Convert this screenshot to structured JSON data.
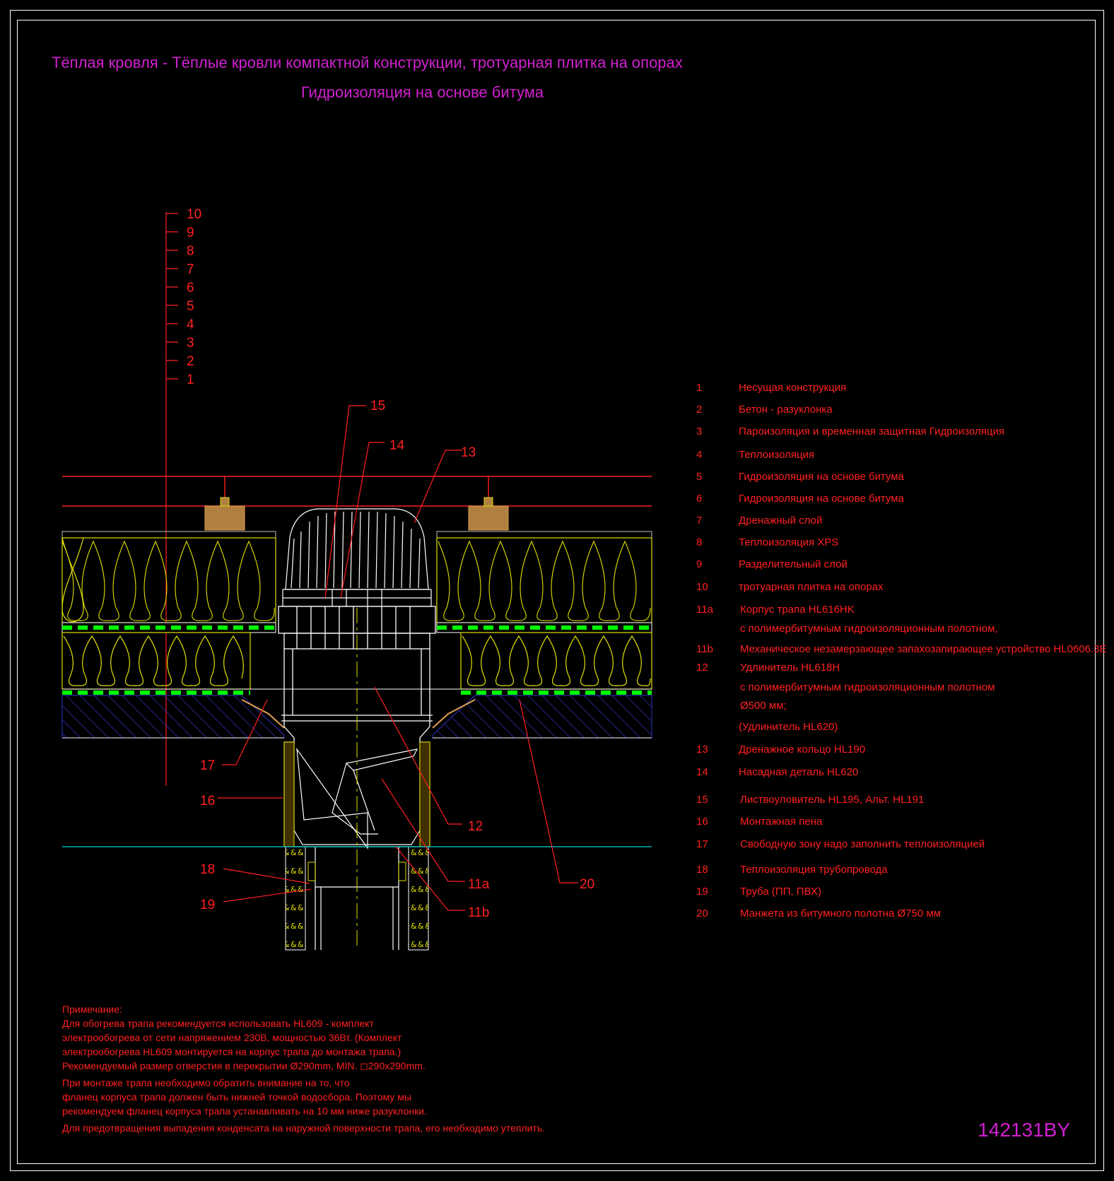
{
  "title": {
    "line1": "Тёплая кровля - Тёплые кровли компактной конструкции, тротуарная плитка на опорах",
    "line2": "Гидроизоляция на основе битума"
  },
  "drawing_code": "142131BY",
  "colors": {
    "background": "#000000",
    "title": "#d020d0",
    "annotation": "#ff2020",
    "insulation": "#e0e000",
    "membrane": "#00ff00",
    "slab_hatch": "#3030c0",
    "frame": "#ffffff",
    "pipe_level": "#00d0d0"
  },
  "layer_callouts": [
    "10",
    "9",
    "8",
    "7",
    "6",
    "5",
    "4",
    "3",
    "2",
    "1"
  ],
  "detail_callouts": {
    "c15": "15",
    "c14": "14",
    "c13": "13",
    "c17": "17",
    "c16": "16",
    "c12": "12",
    "c18": "18",
    "c19": "19",
    "c11a": "11a",
    "c11b": "11b",
    "c20": "20"
  },
  "legend": [
    {
      "num": "1",
      "text": "Несущая конструкция"
    },
    {
      "num": "2",
      "text": "Бетон - разуклонка"
    },
    {
      "num": "3",
      "text": "Пароизоляция и временная защитная Гидроизоляция"
    },
    {
      "num": "4",
      "text": "Теплоизоляция"
    },
    {
      "num": "5",
      "text": "Гидроизоляция на основе битума"
    },
    {
      "num": "6",
      "text": "Гидроизоляция на основе битума"
    },
    {
      "num": "7",
      "text": "Дренажный слой"
    },
    {
      "num": "8",
      "text": "Теплоизоляция XPS"
    },
    {
      "num": "9",
      "text": "Разделительный слой"
    },
    {
      "num": "10",
      "text": "тротуарная плитка на опорах"
    },
    {
      "num": "11a",
      "text": "Корпус трапа HL616HK",
      "sub": "с полимербитумным гидроизоляционным полотном,"
    },
    {
      "num": "11b",
      "text": "Механическое незамерзающее запахозапирающее устройство HL0606.3E"
    },
    {
      "num": "12",
      "text": "Удлинитель HL618H",
      "sub": " с полимербитумным гидроизоляционным полотном",
      "sub2": "Ø500 мм;",
      "sub3": "(Удлинитель HL620)"
    },
    {
      "num": "13",
      "text": "Дренажное кольцо HL190"
    },
    {
      "num": "14",
      "text": "Насадная деталь HL620"
    },
    {
      "num": "15",
      "text": "Листвоуловитель HL195, Альт. HL191"
    },
    {
      "num": "16",
      "text": "Монтажная пена"
    },
    {
      "num": "17",
      "text": "Свободную зону надо заполнить теплоизоляцией"
    },
    {
      "num": "18",
      "text": "Теплоизоляция трубопровода"
    },
    {
      "num": "19",
      "text": "Труба (ПП, ПВХ)"
    },
    {
      "num": "20",
      "text": "Манжета из битумного полотна Ø750 мм"
    }
  ],
  "note": {
    "heading": "Примечание:",
    "lines": [
      "Для обогрева трапа рекомендуется использовать HL609 - комплект",
      "электрообогрева от сети напряжением 230В, мощностью 36Вт. (Комплект",
      "электрообогрева HL609 монтируется на корпус трапа до монтажа трапа.)",
      "Рекомендуемый размер отверстия в перекрытии Ø290mm, MIN. ◻290x290mm.",
      "При монтаже трапа необходимо обратить внимание на то, что",
      "фланец корпуса трапа должен быть нижней точкой водосбора. Поэтому мы",
      "рекомендуем фланец корпуса трапа устанавливать на 10 мм ниже разуклонки.",
      "Для предотвращения выпадения конденсата на наружной поверхности трапа, его необходимо утеплить."
    ]
  }
}
